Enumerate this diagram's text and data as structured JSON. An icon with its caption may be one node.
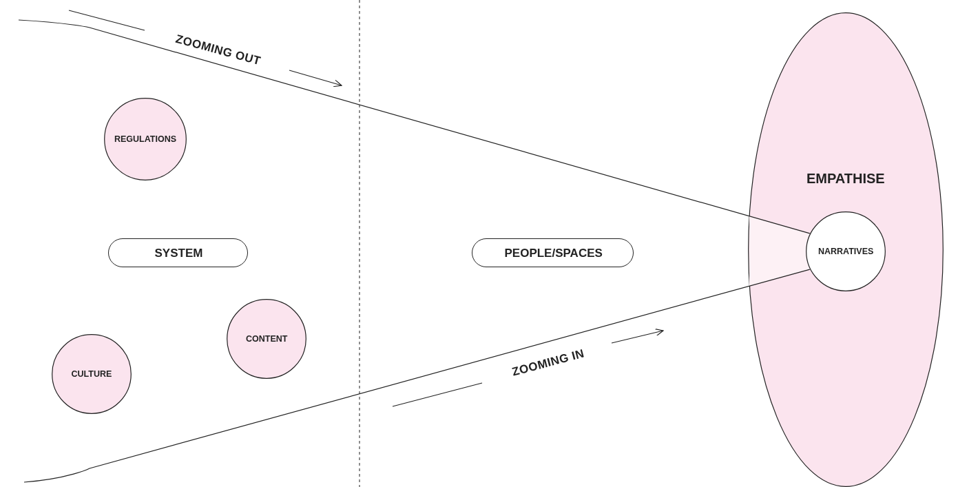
{
  "diagram": {
    "nodes": [
      {
        "text": [
          "REGULATIONS"
        ]
      },
      {
        "text": [
          "SYSTEM"
        ]
      },
      {
        "text": [
          "CULTURE"
        ]
      },
      {
        "text": [
          "CONTENT"
        ]
      },
      {
        "text": [
          "PEOPLE/SPACES"
        ]
      },
      {
        "text": [
          "EMPATHISE"
        ]
      },
      {
        "text": [
          "NARRATIVES"
        ],
        "in": 5
      }
    ],
    "edges": [
      {
        "from": null,
        "to": 6,
        "arrow": "none"
      },
      {
        "from": null,
        "to": 6,
        "arrow": "none"
      }
    ],
    "labels": [
      "ZOOMING OUT",
      "ZOOMING IN"
    ]
  }
}
